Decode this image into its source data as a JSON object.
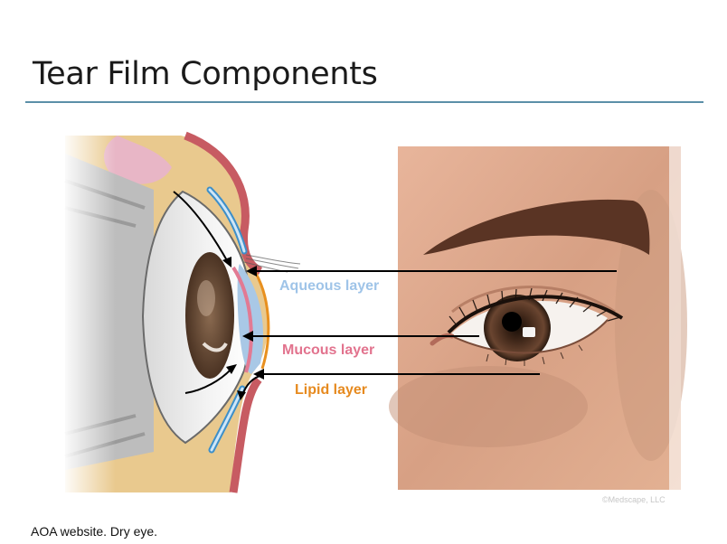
{
  "slide": {
    "title": "Tear Film Components",
    "caption": "AOA website. Dry eye."
  },
  "diagram": {
    "labels": {
      "aqueous": "Aqueous layer",
      "mucous": "Mucous layer",
      "lipid": "Lipid layer"
    },
    "credit": "©Medscape, LLC"
  },
  "colors": {
    "rule": "#5b8fa8",
    "aqueous": "#a9c8e6",
    "mucous": "#e27a93",
    "lipid": "#e8901f",
    "skin": "#d9a489",
    "eyelid_tissue": "#e9c98e"
  }
}
